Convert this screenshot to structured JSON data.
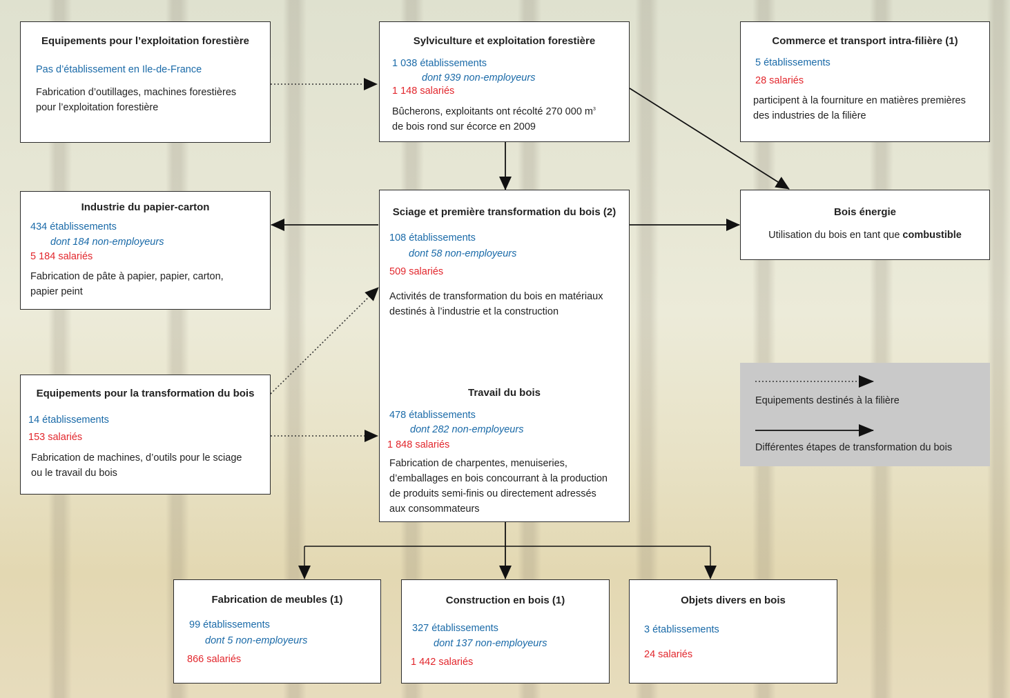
{
  "boxes": {
    "equip_exploitation": {
      "title": "Equipements pour l’exploitation forestière",
      "subtitle": "Pas d’établissement en Ile-de-France",
      "desc1": "Fabrication d’outillages, machines forestières",
      "desc2": "pour l’exploitation forestière"
    },
    "sylviculture": {
      "title": "Sylviculture et exploitation forestière",
      "etab": "1 038 établissements",
      "nonemp": "dont 939 non-employeurs",
      "salaries": "1 148 salariés",
      "desc1": "Bûcherons, exploitants ont récolté 270 000 m",
      "desc1_sup": "3",
      "desc2": "de bois rond sur écorce en 2009"
    },
    "commerce": {
      "title": "Commerce et transport intra-filière (1)",
      "etab": "5 établissements",
      "salaries": "28 salariés",
      "desc1": "participent à la fourniture en matières premières",
      "desc2": "des industries de la filière"
    },
    "papier": {
      "title": "Industrie du papier-carton",
      "etab": "434 établissements",
      "nonemp": "dont 184 non-employeurs",
      "salaries": "5 184 salariés",
      "desc1": "Fabrication de pâte à papier, papier, carton,",
      "desc2": "papier peint"
    },
    "sciage": {
      "title": "Sciage et première transformation du bois (2)",
      "etab": "108 établissements",
      "nonemp": "dont 58 non-employeurs",
      "salaries": "509 salariés",
      "desc1": "Activités de transformation du bois en matériaux",
      "desc2": "destinés à l’industrie et la construction"
    },
    "travail": {
      "title": "Travail du bois",
      "etab": "478 établissements",
      "nonemp": "dont 282 non-employeurs",
      "salaries": "1 848 salariés",
      "desc1": "Fabrication de charpentes, menuiseries,",
      "desc2": "d’emballages en bois concourrant à la production",
      "desc3": "de produits semi-finis ou directement adressés",
      "desc4": "aux consommateurs"
    },
    "bois_energie": {
      "title": "Bois énergie",
      "desc_pre": "Utilisation du bois en tant que ",
      "desc_bold": "combustible"
    },
    "equip_transformation": {
      "title": "Equipements pour la transformation du bois",
      "etab": "14 établissements",
      "salaries": "153 salariés",
      "desc1": "Fabrication de machines, d’outils pour le sciage",
      "desc2": "ou le travail du bois"
    },
    "meubles": {
      "title": "Fabrication de meubles (1)",
      "etab": "99 établissements",
      "nonemp": "dont 5 non-employeurs",
      "salaries": "866 salariés"
    },
    "construction": {
      "title": "Construction en bois (1)",
      "etab": "327 établissements",
      "nonemp": "dont 137 non-employeurs",
      "salaries": "1 442 salariés"
    },
    "objets": {
      "title": "Objets divers en bois",
      "etab": "3 établissements",
      "salaries": "24 salariés"
    }
  },
  "legend": {
    "dotted_label": "Equipements destinés à la filière",
    "solid_label": "Différentes étapes de transformation du bois"
  },
  "colors": {
    "establishments": "#1a6aa8",
    "employees": "#e2262c",
    "legend_bg": "#c9c9c9"
  }
}
